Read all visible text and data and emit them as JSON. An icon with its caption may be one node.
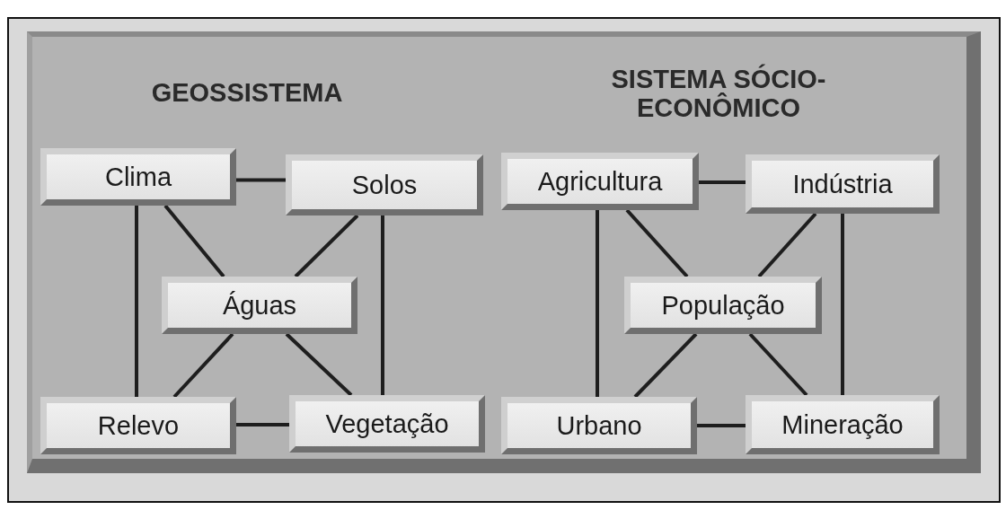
{
  "diagram": {
    "nodes": [
      {
        "text": [
          "Clima"
        ]
      },
      {
        "text": [
          "Solos"
        ]
      },
      {
        "text": [
          "Águas"
        ]
      },
      {
        "text": [
          "Relevo"
        ]
      },
      {
        "text": [
          "Vegetação"
        ]
      },
      {
        "text": [
          "Agricultura"
        ]
      },
      {
        "text": [
          "Indústria"
        ]
      },
      {
        "text": [
          "População"
        ]
      },
      {
        "text": [
          "Urbano"
        ]
      },
      {
        "text": [
          "Mineração"
        ]
      }
    ],
    "edges": [
      {
        "from": 0,
        "to": 1,
        "arrow": "none"
      },
      {
        "from": 0,
        "to": 2,
        "arrow": "none"
      },
      {
        "from": 1,
        "to": 2,
        "arrow": "none"
      },
      {
        "from": 0,
        "to": 3,
        "arrow": "none"
      },
      {
        "from": 1,
        "to": 4,
        "arrow": "none"
      },
      {
        "from": 2,
        "to": 3,
        "arrow": "none"
      },
      {
        "from": 2,
        "to": 4,
        "arrow": "none"
      },
      {
        "from": 3,
        "to": 4,
        "arrow": "none"
      },
      {
        "from": 5,
        "to": 6,
        "arrow": "none"
      },
      {
        "from": 5,
        "to": 7,
        "arrow": "none"
      },
      {
        "from": 6,
        "to": 7,
        "arrow": "none"
      },
      {
        "from": 5,
        "to": 8,
        "arrow": "none"
      },
      {
        "from": 6,
        "to": 9,
        "arrow": "none"
      },
      {
        "from": 7,
        "to": 8,
        "arrow": "none"
      },
      {
        "from": 7,
        "to": 9,
        "arrow": "none"
      },
      {
        "from": 8,
        "to": 9,
        "arrow": "none"
      }
    ],
    "labels": [
      "GEOSSISTEMA",
      "SISTEMA SÓCIO-ECONÔMICO"
    ]
  }
}
